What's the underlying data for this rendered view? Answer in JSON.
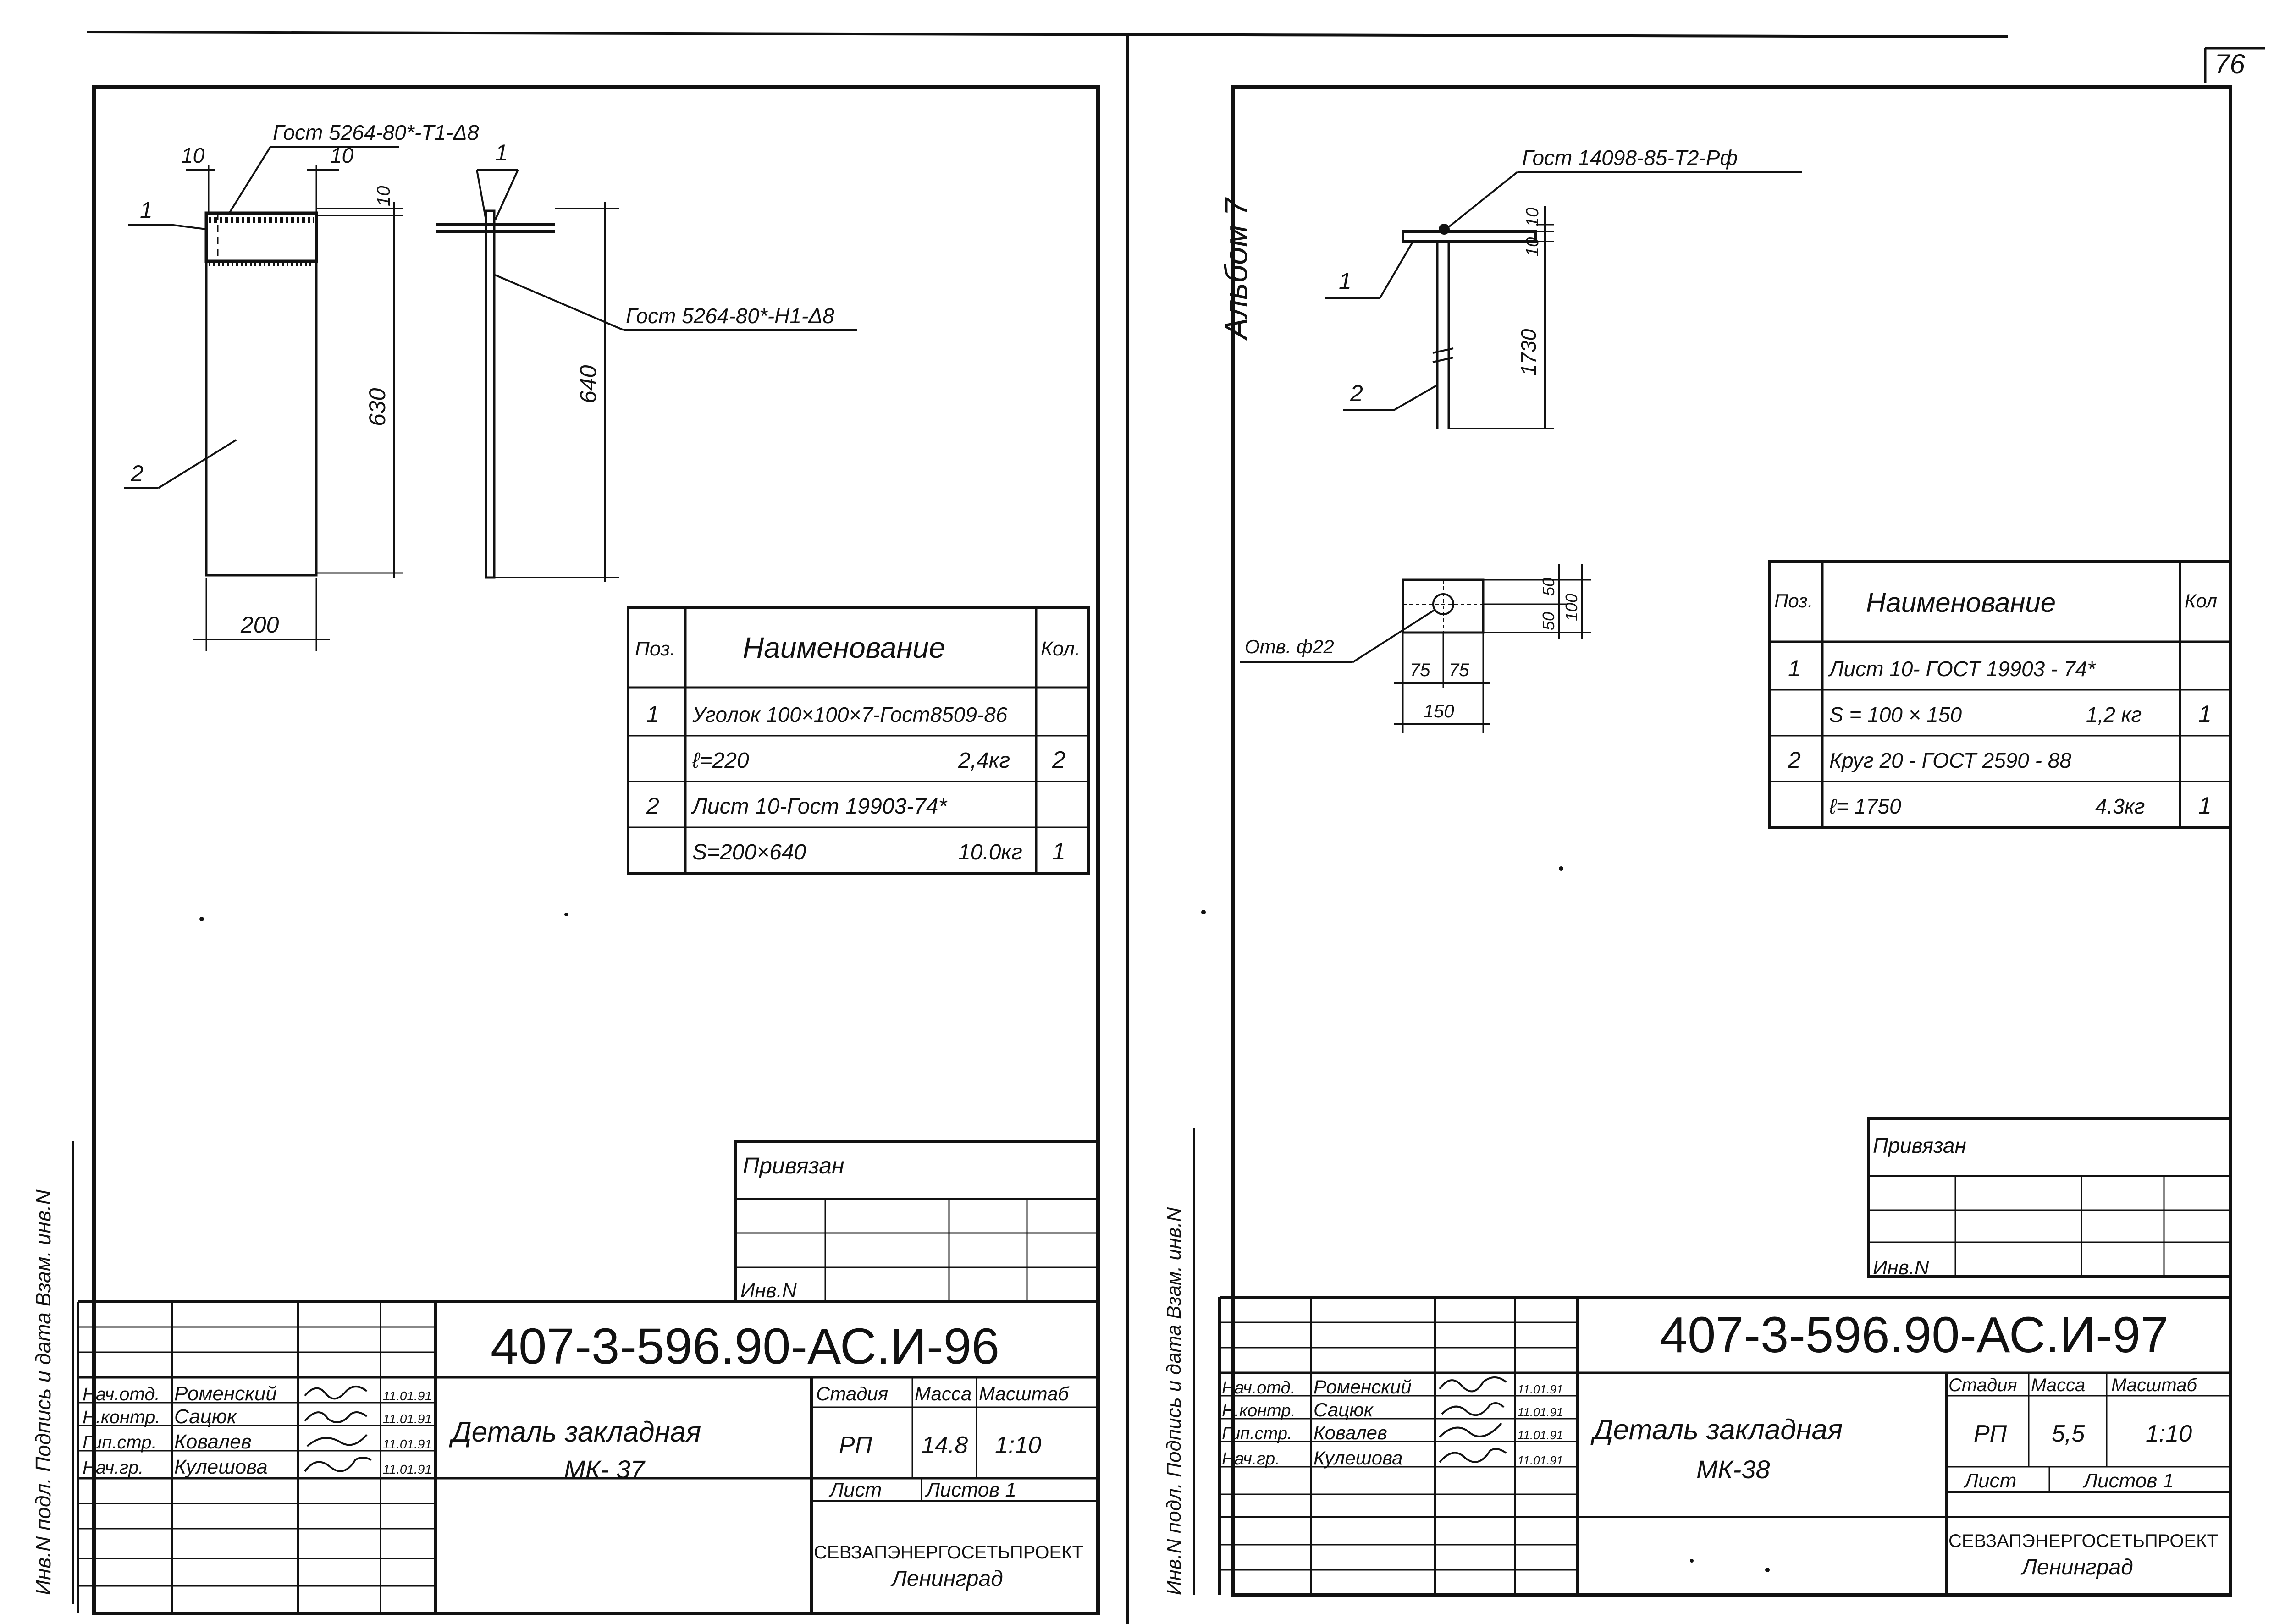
{
  "page_number": "76",
  "album_label": "Альбом 7",
  "left_sheet": {
    "callouts": {
      "weld_top": "Гост 5264-80*-Т1-Δ8",
      "weld_side": "Гост 5264-80*-Н1-Δ8",
      "pos1_a": "1",
      "pos1_b": "1",
      "pos2": "2"
    },
    "dims": {
      "d10a": "10",
      "d10b": "10",
      "d10c": "10",
      "width": "200",
      "h630": "630",
      "h640": "640"
    },
    "spec": {
      "header": [
        "Поз.",
        "Наименование",
        "Кол."
      ],
      "rows": [
        {
          "pos": "1",
          "name": "Уголок 100×100×7-Гост8509-86",
          "mass": "",
          "qty": ""
        },
        {
          "pos": "",
          "name": "ℓ=220",
          "mass": "2,4кг",
          "qty": "2"
        },
        {
          "pos": "2",
          "name": "Лист 10-Гост 19903-74*",
          "mass": "",
          "qty": ""
        },
        {
          "pos": "",
          "name": "S=200×640",
          "mass": "10.0кг",
          "qty": "1"
        }
      ]
    },
    "title_block": {
      "bound": "Привязан",
      "inv": "Инв.N",
      "code": "407-3-596.90-АС.И-96",
      "people": [
        {
          "role": "Нач.отд.",
          "name": "Роменский",
          "date": "11.01.91"
        },
        {
          "role": "Н.контр.",
          "name": "Сацюк",
          "date": "11.01.91"
        },
        {
          "role": "Гип.стр.",
          "name": "Ковалев",
          "date": "11.01.91"
        },
        {
          "role": "Нач.гр.",
          "name": "Кулешова",
          "date": "11.01.91"
        }
      ],
      "title_line1": "Деталь закладная",
      "title_line2": "МК- 37",
      "stage_h": "Стадия",
      "mass_h": "Масса",
      "scale_h": "Масштаб",
      "stage": "РП",
      "mass": "14.8",
      "scale": "1:10",
      "sheet": "Лист",
      "sheets": "Листов 1",
      "org": "СЕВЗАПЭНЕРГОСЕТЬПРОЕКТ",
      "city": "Ленинград"
    },
    "side_stamp": "Инв.N подл.  Подпись и дата  Взам. инв.N"
  },
  "right_sheet": {
    "callouts": {
      "weld": "Гост 14098-85-Т2-Рф",
      "pos1": "1",
      "pos2": "2",
      "hole": "Отв. ф22"
    },
    "dims": {
      "d10a": "10",
      "d10b": "10",
      "h1730": "1730",
      "d50a": "50",
      "d50b": "50",
      "d100": "100",
      "d75a": "75",
      "d75b": "75",
      "d150": "150"
    },
    "spec": {
      "header": [
        "Поз.",
        "Наименование",
        "Кол"
      ],
      "rows": [
        {
          "pos": "1",
          "name": "Лист 10- ГОСТ 19903 - 74*",
          "mass": "",
          "qty": ""
        },
        {
          "pos": "",
          "name": "S = 100 × 150",
          "mass": "1,2 кг",
          "qty": "1"
        },
        {
          "pos": "2",
          "name": "Круг 20 - ГОСТ 2590 - 88",
          "mass": "",
          "qty": ""
        },
        {
          "pos": "",
          "name": "ℓ= 1750",
          "mass": "4.3кг",
          "qty": "1"
        }
      ]
    },
    "title_block": {
      "bound": "Привязан",
      "inv": "Инв.N",
      "code": "407-3-596.90-АС.И-97",
      "people": [
        {
          "role": "Нач.отд.",
          "name": "Роменский",
          "date": "11.01.91"
        },
        {
          "role": "Н.контр.",
          "name": "Сацюк",
          "date": "11.01.91"
        },
        {
          "role": "Гип.стр.",
          "name": "Ковалев",
          "date": "11.01.91"
        },
        {
          "role": "Нач.гр.",
          "name": "Кулешова",
          "date": "11.01.91"
        }
      ],
      "title_line1": "Деталь закладная",
      "title_line2": "МК-38",
      "stage_h": "Стадия",
      "mass_h": "Масса",
      "scale_h": "Масштаб",
      "stage": "РП",
      "mass": "5,5",
      "scale": "1:10",
      "sheet": "Лист",
      "sheets": "Листов 1",
      "org": "СЕВЗАПЭНЕРГОСЕТЬПРОЕКТ",
      "city": "Ленинград"
    },
    "side_stamp": "Инв.N подл.  Подпись и дата  Взам. инв.N"
  }
}
